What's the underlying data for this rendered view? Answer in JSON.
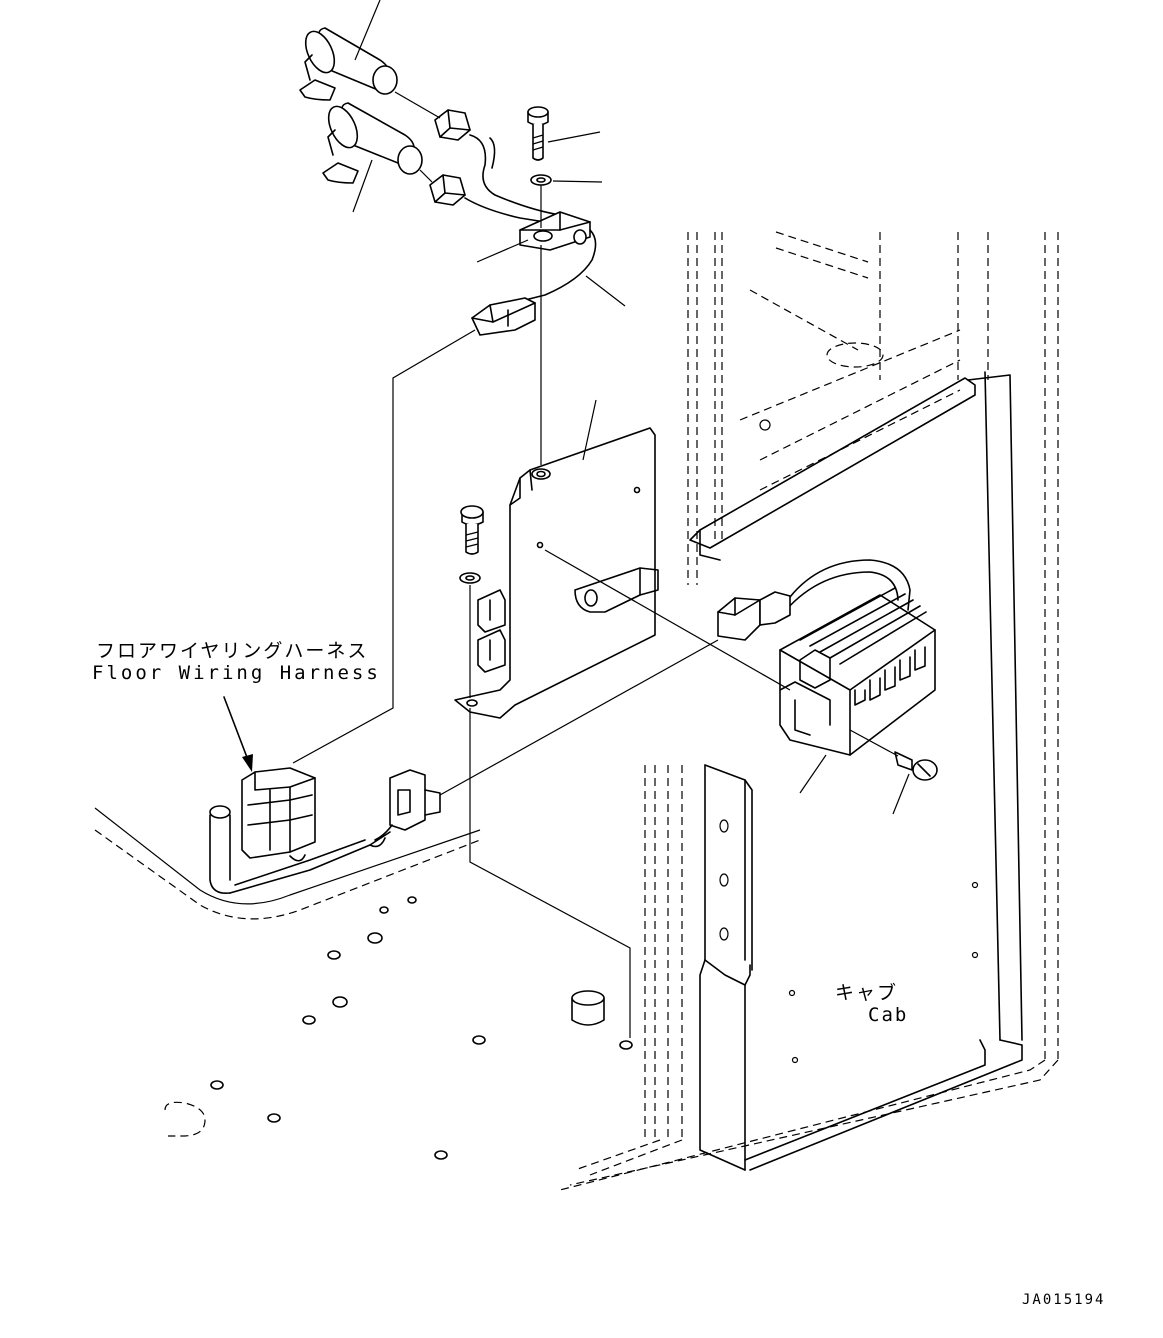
{
  "labels": {
    "floor_harness_jp": "フロアワイヤリングハーネス",
    "floor_harness_en": "Floor Wiring Harness",
    "cab_jp": "キャブ",
    "cab_en": "Cab",
    "figure_id": "JA015194"
  },
  "colors": {
    "line": "#000000",
    "background": "#ffffff"
  }
}
